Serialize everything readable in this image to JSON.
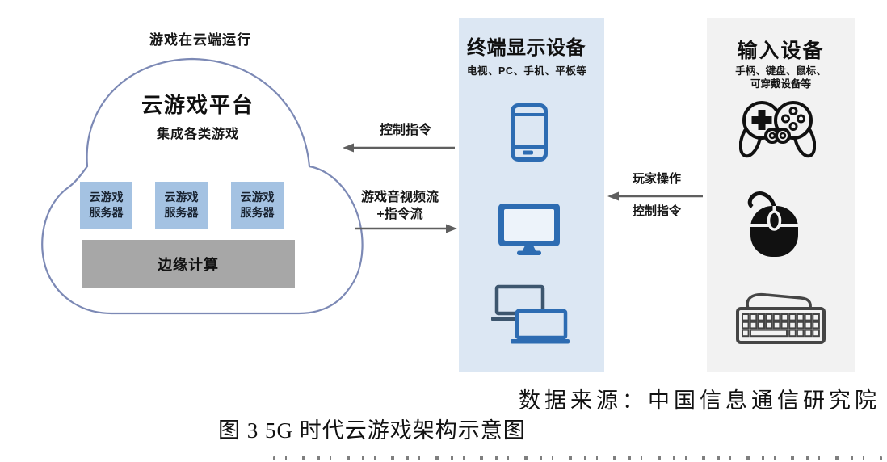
{
  "figure": {
    "top_label": "游戏在云端运行",
    "cloud": {
      "title": "云游戏平台",
      "subtitle": "集成各类游戏",
      "servers": [
        {
          "line1": "云游戏",
          "line2": "服务器"
        },
        {
          "line1": "云游戏",
          "line2": "服务器"
        },
        {
          "line1": "云游戏",
          "line2": "服务器"
        }
      ],
      "edge_computing": "边缘计算"
    },
    "display_panel": {
      "title": "终端显示设备",
      "subtitle": "电视、PC、手机、平板等",
      "icons": [
        "smartphone-icon",
        "monitor-icon",
        "laptops-icon"
      ]
    },
    "input_panel": {
      "title": "输入设备",
      "subtitle_line1": "手柄、键盘、鼠标、",
      "subtitle_line2": "可穿戴设备等",
      "icons": [
        "gamepad-icon",
        "mouse-icon",
        "keyboard-icon"
      ]
    },
    "arrows": {
      "cloud_control": {
        "label": "控制指令",
        "direction": "left"
      },
      "stream": {
        "label_line1": "游戏音视频流",
        "label_line2": "+指令流",
        "direction": "right"
      },
      "player": {
        "label_top": "玩家操作",
        "label_bottom": "控制指令",
        "direction": "left"
      }
    }
  },
  "footer": {
    "source": "数据来源：中国信息通信研究院",
    "caption": "图 3 5G 时代云游戏架构示意图"
  },
  "colors": {
    "server_box": "#a4c2e2",
    "edge_bar": "#a7a7a7",
    "display_panel_bg": "#dce7f3",
    "input_panel_bg": "#f2f2f2",
    "icon_blue": "#2d6cb2",
    "cloud_stroke": "#7c89b5",
    "arrow": "#5f5f5f",
    "laptop_back": "#3d566e",
    "icon_dark": "#111111",
    "keyboard_gray": "#454545"
  }
}
